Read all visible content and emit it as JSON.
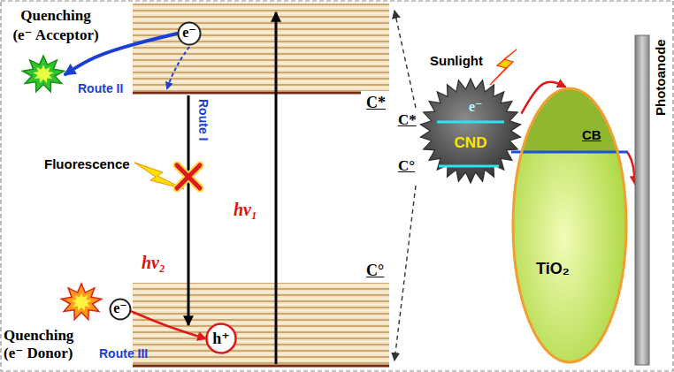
{
  "diagram": {
    "nodes": [
      {
        "text": [
          "Quenching",
          "(e⁻ Acceptor)"
        ]
      },
      {
        "text": [
          "e⁻"
        ]
      },
      {
        "text": [
          "Quenching",
          "(e⁻ Donor)"
        ]
      },
      {
        "text": [
          "e⁻"
        ]
      },
      {
        "text": [
          "h⁺"
        ]
      },
      {
        "text": [
          "CND"
        ]
      },
      {
        "text": [
          "CB",
          "TiO₂"
        ]
      },
      {
        "text": [
          "Photoanode"
        ]
      }
    ],
    "edges": [
      {
        "from": 1,
        "to": 0,
        "arrow": "to",
        "label": "Route II"
      },
      {
        "from": 3,
        "to": 4,
        "arrow": "to",
        "label": "Route III"
      },
      {
        "from": 5,
        "to": 6,
        "arrow": "to"
      },
      {
        "from": 6,
        "to": 7,
        "arrow": "to"
      }
    ],
    "labels": [
      "C*",
      "Route I",
      "Fluorescence",
      "hν₁",
      "hν₂",
      "C°",
      "Sunlight",
      "C*",
      "e⁻",
      "C°"
    ]
  }
}
